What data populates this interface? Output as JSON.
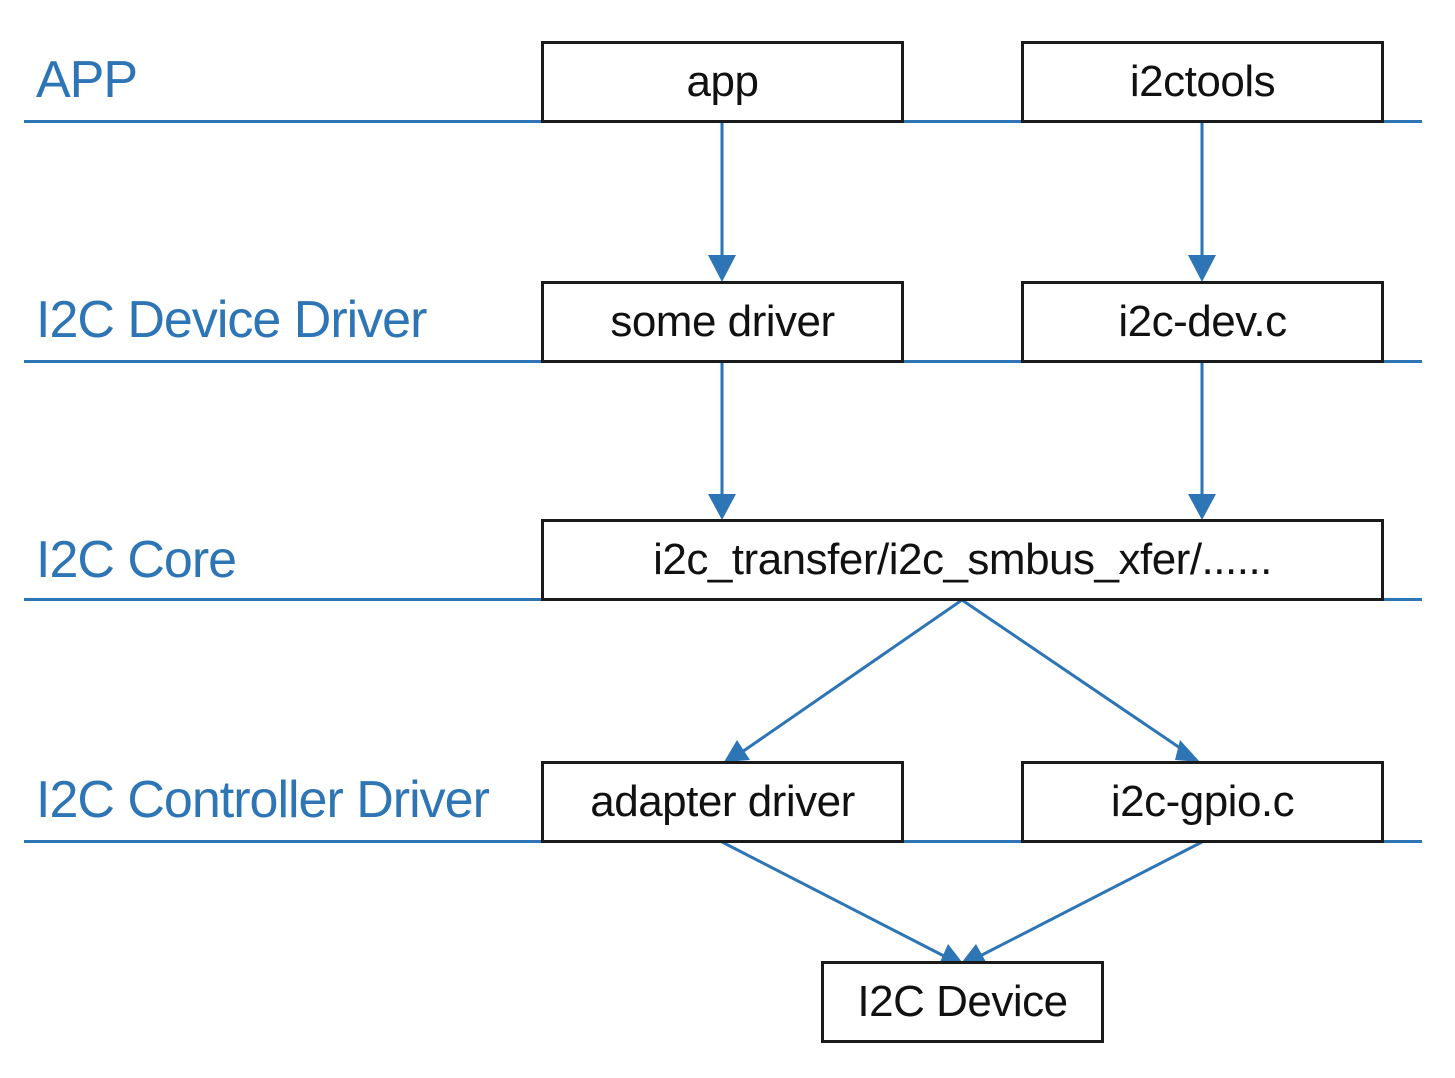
{
  "layers": [
    {
      "id": "app",
      "label": "APP"
    },
    {
      "id": "device_driver",
      "label": "I2C Device Driver"
    },
    {
      "id": "core",
      "label": "I2C Core"
    },
    {
      "id": "controller_driver",
      "label": "I2C Controller Driver"
    }
  ],
  "nodes": {
    "app": "app",
    "i2ctools": "i2ctools",
    "some_driver": "some driver",
    "i2c_dev": "i2c-dev.c",
    "core_funcs": "i2c_transfer/i2c_smbus_xfer/......",
    "adapter_driver": "adapter driver",
    "i2c_gpio": "i2c-gpio.c",
    "i2c_device": "I2C Device"
  },
  "edges": [
    {
      "from": "app",
      "to": "some_driver"
    },
    {
      "from": "i2ctools",
      "to": "i2c_dev"
    },
    {
      "from": "some_driver",
      "to": "core_funcs"
    },
    {
      "from": "i2c_dev",
      "to": "core_funcs"
    },
    {
      "from": "core_funcs",
      "to": "adapter_driver"
    },
    {
      "from": "core_funcs",
      "to": "i2c_gpio"
    },
    {
      "from": "adapter_driver",
      "to": "i2c_device"
    },
    {
      "from": "i2c_gpio",
      "to": "i2c_device"
    }
  ],
  "colors": {
    "layer": "#2e75b6",
    "arrow": "#2e75b6",
    "box_border": "#1a1a1a",
    "text": "#111111"
  }
}
